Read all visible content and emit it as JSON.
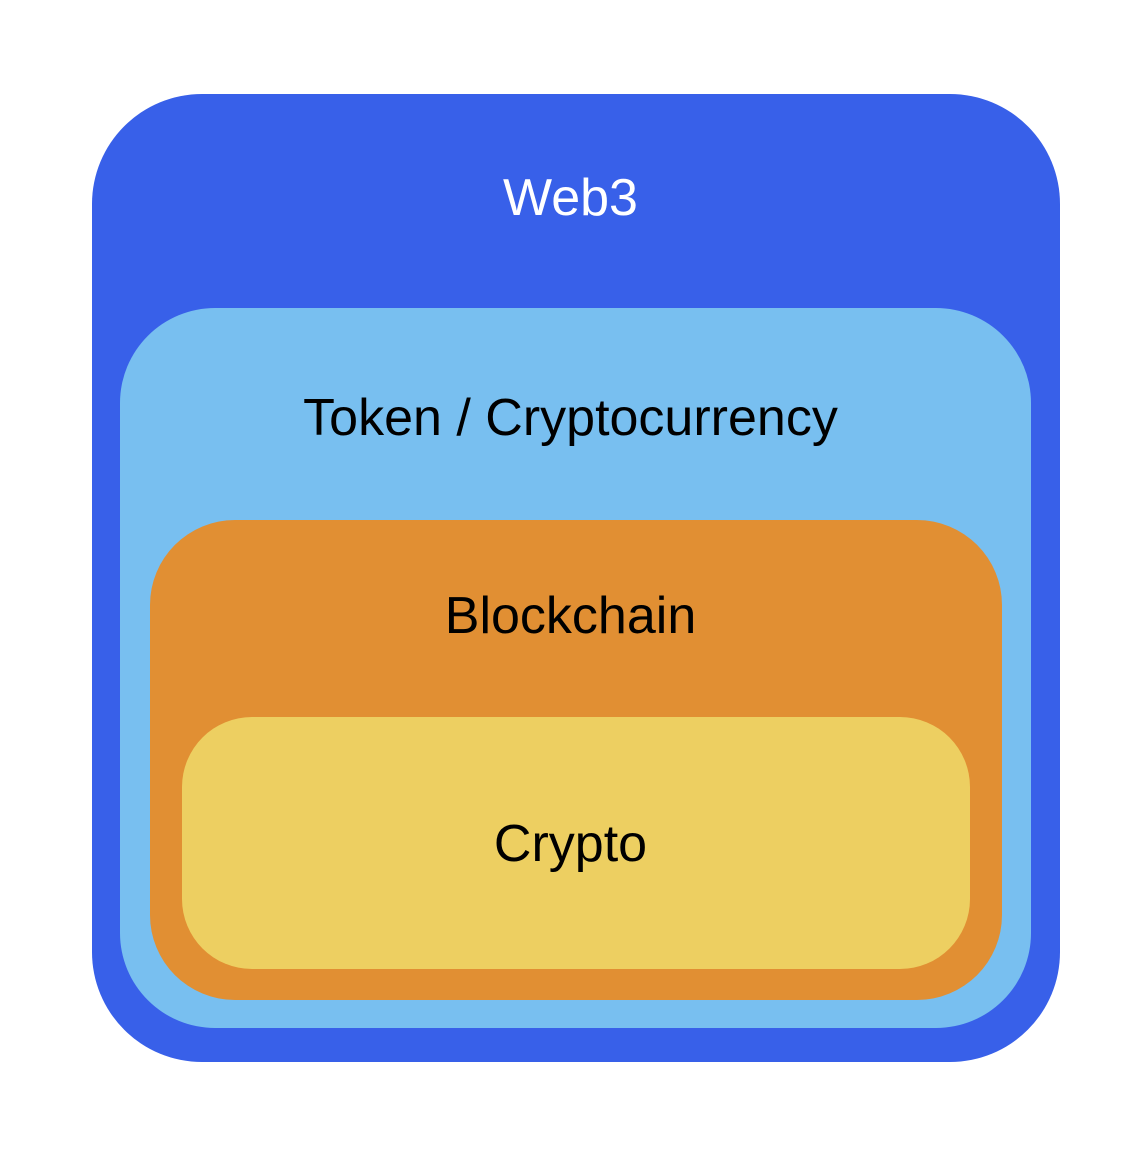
{
  "diagram": {
    "layers": [
      {
        "id": "web3",
        "label": "Web3",
        "fill": "#3860E9",
        "text_color": "#FFFFFF"
      },
      {
        "id": "token",
        "label": "Token / Cryptocurrency",
        "fill": "#78BFF0",
        "text_color": "#000000"
      },
      {
        "id": "blockchain",
        "label": "Blockchain",
        "fill": "#E18F33",
        "text_color": "#000000"
      },
      {
        "id": "crypto",
        "label": "Crypto",
        "fill": "#EDCF61",
        "text_color": "#000000"
      }
    ]
  }
}
